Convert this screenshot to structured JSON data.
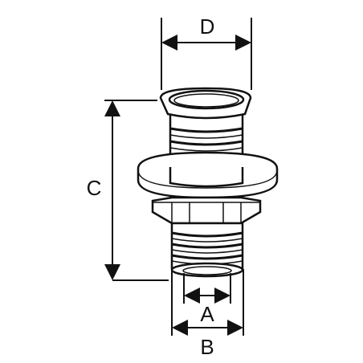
{
  "labels": {
    "d": "D",
    "c": "C",
    "a": "A",
    "b": "B"
  },
  "colors": {
    "line": "#111111",
    "background": "#ffffff"
  }
}
